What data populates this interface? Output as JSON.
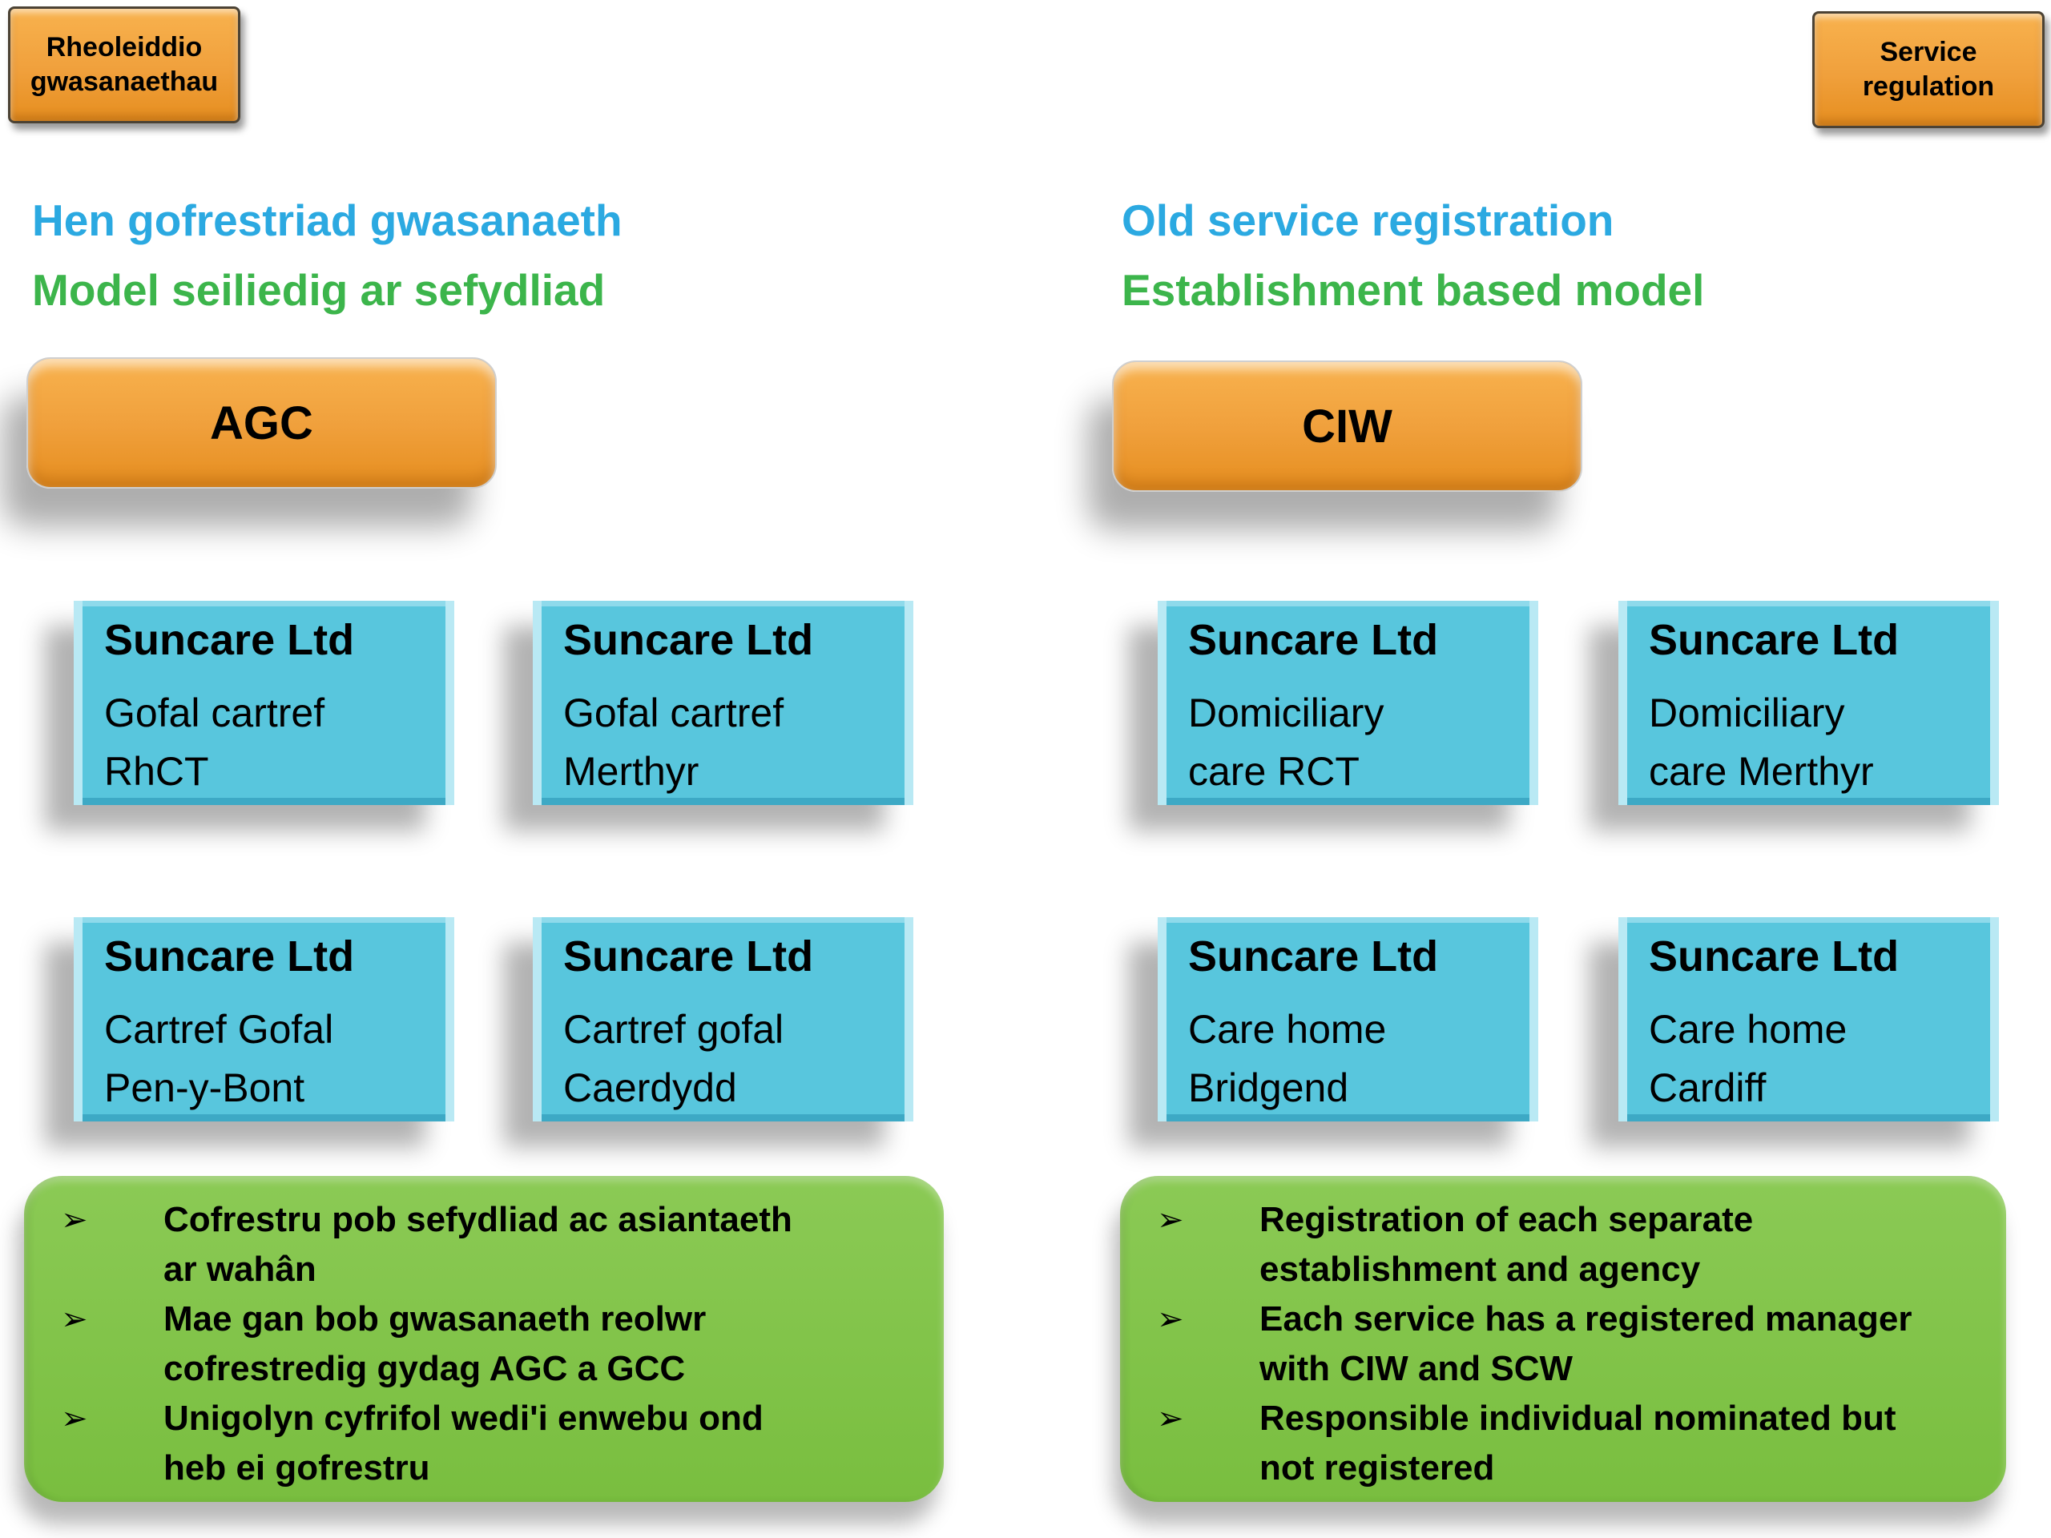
{
  "badges": {
    "welsh": {
      "line1": "Rheoleiddio",
      "line2": "gwasanaethau"
    },
    "english": {
      "line1": "Service",
      "line2": "regulation"
    }
  },
  "left": {
    "heading": {
      "line1": "Hen gofrestriad gwasanaeth",
      "line2": "Model seiliedig ar sefydliad"
    },
    "regulator_label": "AGC",
    "provider_boxes": [
      {
        "title": "Suncare Ltd",
        "line1": "Gofal cartref",
        "line2": "RhCT"
      },
      {
        "title": "Suncare Ltd",
        "line1": "Gofal cartref",
        "line2": "Merthyr"
      },
      {
        "title": "Suncare Ltd",
        "line1": "Cartref Gofal",
        "line2": "Pen-y-Bont"
      },
      {
        "title": "Suncare Ltd",
        "line1": "Cartref gofal",
        "line2": "Caerdydd"
      }
    ],
    "notes": [
      {
        "line1": "Cofrestru pob sefydliad ac asiantaeth",
        "line2": "ar wahân"
      },
      {
        "line1": "Mae gan bob gwasanaeth reolwr",
        "line2": "cofrestredig gydag AGC a GCC"
      },
      {
        "line1": "Unigolyn cyfrifol wedi'i enwebu ond",
        "line2": "heb ei gofrestru"
      }
    ]
  },
  "right": {
    "heading": {
      "line1": "Old service registration",
      "line2": "Establishment based model"
    },
    "regulator_label": "CIW",
    "provider_boxes": [
      {
        "title": "Suncare Ltd",
        "line1": "Domiciliary",
        "line2": "care RCT"
      },
      {
        "title": "Suncare Ltd",
        "line1": "Domiciliary",
        "line2": "care Merthyr"
      },
      {
        "title": "Suncare Ltd",
        "line1": "Care home",
        "line2": "Bridgend"
      },
      {
        "title": "Suncare Ltd",
        "line1": "Care home",
        "line2": "Cardiff"
      }
    ],
    "notes": [
      {
        "line1": "Registration of each separate",
        "line2": "establishment and agency"
      },
      {
        "line1": "Each service has a registered manager",
        "line2": "with CIW and SCW"
      },
      {
        "line1": "Responsible individual nominated but",
        "line2": "not registered"
      }
    ]
  },
  "bullet_glyph": "➢",
  "colors": {
    "orange": "#F0A03C",
    "orange_light": "#F8B24E",
    "orange_dark": "#E68E1F",
    "blue_box": "#58C6DD",
    "blue_box_hi": "#B9E9F4",
    "blue_box_lo": "#3DA9C5",
    "green_box": "#79BE3F",
    "green_box_hi": "#8BCA55",
    "heading_blue": "#2BA9E1",
    "heading_green": "#3CB54B",
    "text": "#000000"
  }
}
